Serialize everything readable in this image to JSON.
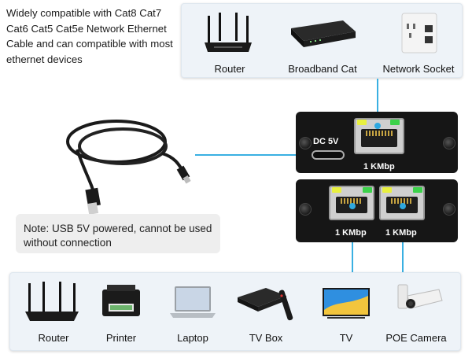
{
  "intro_text": "Widely compatible with Cat8 Cat7 Cat6 Cat5 Cat5e Network Ethernet Cable and can compatible with most ethernet devices",
  "top_devices": [
    {
      "label": "Router",
      "icon": "router-icon"
    },
    {
      "label": "Broadband Cat",
      "icon": "broadband-modem-icon"
    },
    {
      "label": "Network Socket",
      "icon": "network-socket-icon"
    }
  ],
  "note_text": "Note: USB 5V powered, cannot be used without connection",
  "module_top": {
    "power_label": "DC 5V",
    "port_label": "1 KMbp"
  },
  "module_bottom": {
    "port1_label": "1 KMbp",
    "port2_label": "1 KMbp"
  },
  "bottom_devices": [
    {
      "label": "Router",
      "icon": "router-icon"
    },
    {
      "label": "Printer",
      "icon": "printer-icon"
    },
    {
      "label": "Laptop",
      "icon": "laptop-icon"
    },
    {
      "label": "TV Box",
      "icon": "tv-box-icon"
    },
    {
      "label": "TV",
      "icon": "tv-icon"
    },
    {
      "label": "POE Camera",
      "icon": "camera-icon"
    }
  ],
  "colors": {
    "accent_line": "#3ab0e2",
    "panel_bg": "#eef3f8",
    "module": "#161616"
  }
}
